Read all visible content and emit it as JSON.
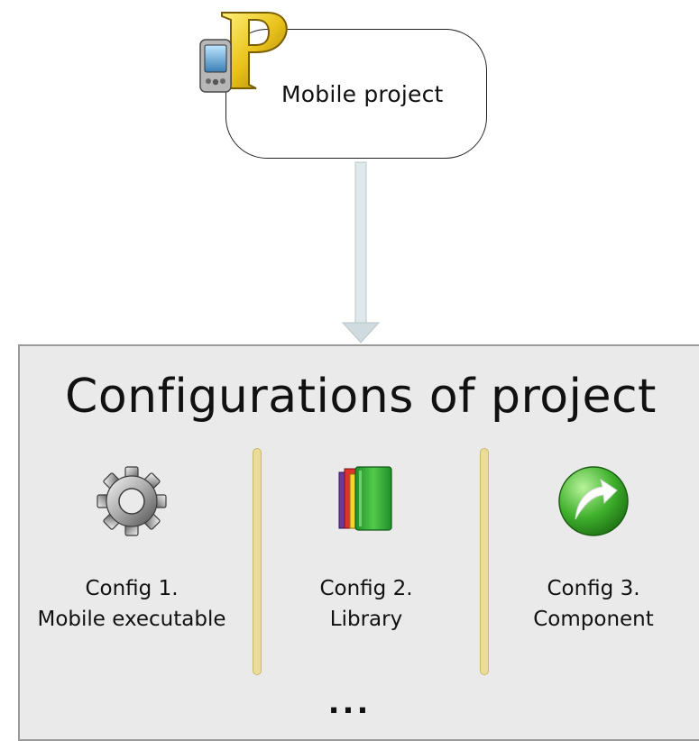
{
  "project": {
    "label": "Mobile project",
    "icon": "pocket-pc-project-icon"
  },
  "panel": {
    "title": "Configurations of project",
    "configs": [
      {
        "line1": "Config 1.",
        "line2": "Mobile executable",
        "icon": "gear-icon"
      },
      {
        "line1": "Config 2.",
        "line2": "Library",
        "icon": "books-icon"
      },
      {
        "line1": "Config 3.",
        "line2": "Component",
        "icon": "green-arrow-icon"
      }
    ],
    "more": "..."
  },
  "colors": {
    "panel_bg": "#ebeaeb",
    "divider": "#ecdc9a",
    "connector": "#dfe8ea"
  }
}
